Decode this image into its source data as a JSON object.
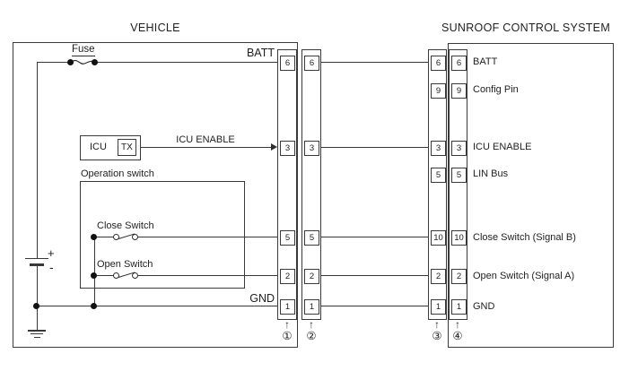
{
  "titles": {
    "vehicle": "VEHICLE",
    "sunroof": "SUNROOF CONTROL SYSTEM"
  },
  "vehicle": {
    "fuse": "Fuse",
    "batt": "BATT",
    "gnd": "GND",
    "icu": "ICU",
    "tx": "TX",
    "icu_enable": "ICU ENABLE",
    "operation_switch": "Operation switch",
    "close_switch": "Close Switch",
    "open_switch": "Open Switch",
    "battery_plus": "+",
    "battery_minus": "-"
  },
  "connectors": {
    "left": {
      "pins": [
        {
          "a": "6",
          "b": "6"
        },
        {
          "a": "3",
          "b": "3"
        },
        {
          "a": "5",
          "b": "5"
        },
        {
          "a": "2",
          "b": "2"
        },
        {
          "a": "1",
          "b": "1"
        }
      ],
      "markers": [
        {
          "arrow": "↑",
          "num": "①"
        },
        {
          "arrow": "↑",
          "num": "②"
        }
      ]
    },
    "right": {
      "pins": [
        {
          "a": "6",
          "b": "6",
          "label": "BATT"
        },
        {
          "a": "9",
          "b": "9",
          "label": "Config Pin"
        },
        {
          "a": "3",
          "b": "3",
          "label": "ICU ENABLE"
        },
        {
          "a": "5",
          "b": "5",
          "label": "LIN Bus"
        },
        {
          "a": "10",
          "b": "10",
          "label": "Close Switch (Signal B)"
        },
        {
          "a": "2",
          "b": "2",
          "label": "Open Switch (Signal A)"
        },
        {
          "a": "1",
          "b": "1",
          "label": "GND"
        }
      ],
      "markers": [
        {
          "arrow": "↑",
          "num": "③"
        },
        {
          "arrow": "↑",
          "num": "④"
        }
      ]
    }
  }
}
